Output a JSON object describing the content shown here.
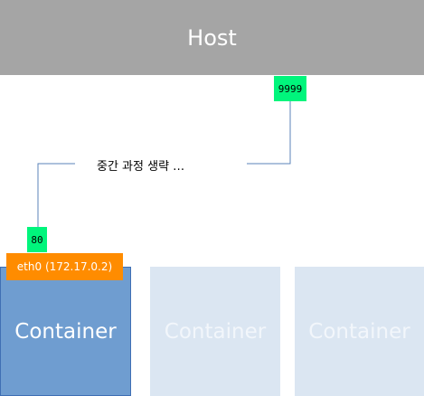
{
  "host": {
    "label": "Host",
    "port": "9999"
  },
  "middle_text": "중간 과정 생략 …",
  "container": {
    "port": "80",
    "interface": "eth0 (172.17.0.2)"
  },
  "containers": [
    {
      "label": "Container"
    },
    {
      "label": "Container"
    },
    {
      "label": "Container"
    }
  ],
  "colors": {
    "host": "#a5a5a5",
    "port": "#00f57c",
    "interface": "#ff8c00",
    "container_active": "#6f9dd0",
    "container_inactive": "#dbe6f2",
    "connector": "#5b83b8"
  }
}
